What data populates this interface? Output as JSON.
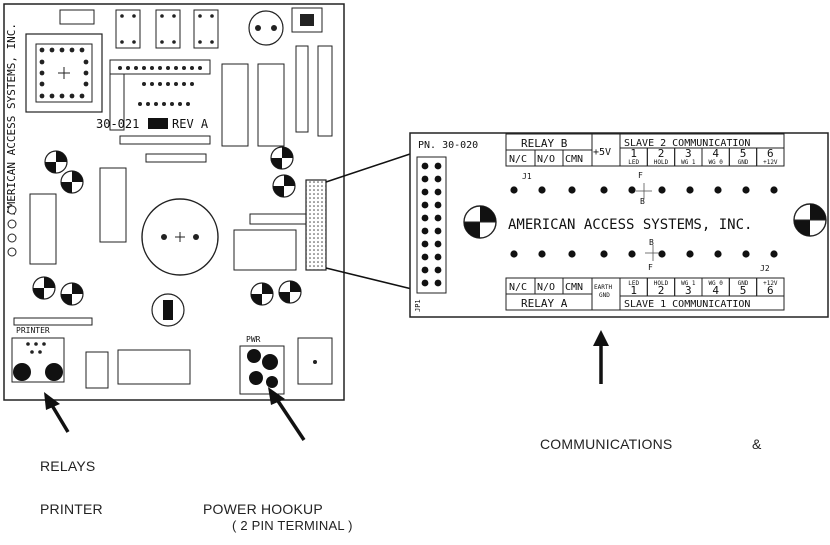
{
  "board": {
    "part_number": "30-021",
    "revision": "REV A",
    "vendor_vertical": "AMERICAN ACCESS SYSTEMS, INC.",
    "printer_label": "PRINTER",
    "pwr_label": "PWR"
  },
  "terminal": {
    "part_number": "PN. 30-020",
    "relay_b": "RELAY B",
    "relay_a": "RELAY A",
    "plus5v": "+5V",
    "earth": "EARTH",
    "gnd": "GND",
    "jp1": "JP1",
    "j1": "J1",
    "j2": "J2",
    "f_top": "F",
    "b_top": "B",
    "b_bot": "B",
    "f_bot": "F",
    "vendor": "AMERICAN ACCESS SYSTEMS, INC.",
    "slave2": "SLAVE 2 COMMUNICATION",
    "slave1": "SLAVE 1 COMMUNICATION",
    "top_relay_cols": [
      "N/C",
      "N/O",
      "CMN"
    ],
    "bottom_relay_cols": [
      "N/C",
      "N/O",
      "CMN"
    ],
    "top_pins": [
      {
        "num": "1",
        "sig": "LED"
      },
      {
        "num": "2",
        "sig": "HOLD"
      },
      {
        "num": "3",
        "sig": "WG 1"
      },
      {
        "num": "4",
        "sig": "WG 0"
      },
      {
        "num": "5",
        "sig": "GND"
      },
      {
        "num": "6",
        "sig": "+12V"
      }
    ],
    "bottom_pins": [
      {
        "num": "1",
        "sig": "LED"
      },
      {
        "num": "2",
        "sig": "HOLD"
      },
      {
        "num": "3",
        "sig": "WG 1"
      },
      {
        "num": "4",
        "sig": "WG 0"
      },
      {
        "num": "5",
        "sig": "GND"
      },
      {
        "num": "6",
        "sig": "+12V"
      }
    ]
  },
  "captions": {
    "communications": "COMMUNICATIONS",
    "ampersand": "&",
    "relays": "RELAYS",
    "printer": "PRINTER",
    "power_hookup": "POWER HOOKUP",
    "power_detail": "( 2 PIN TERMINAL )"
  }
}
